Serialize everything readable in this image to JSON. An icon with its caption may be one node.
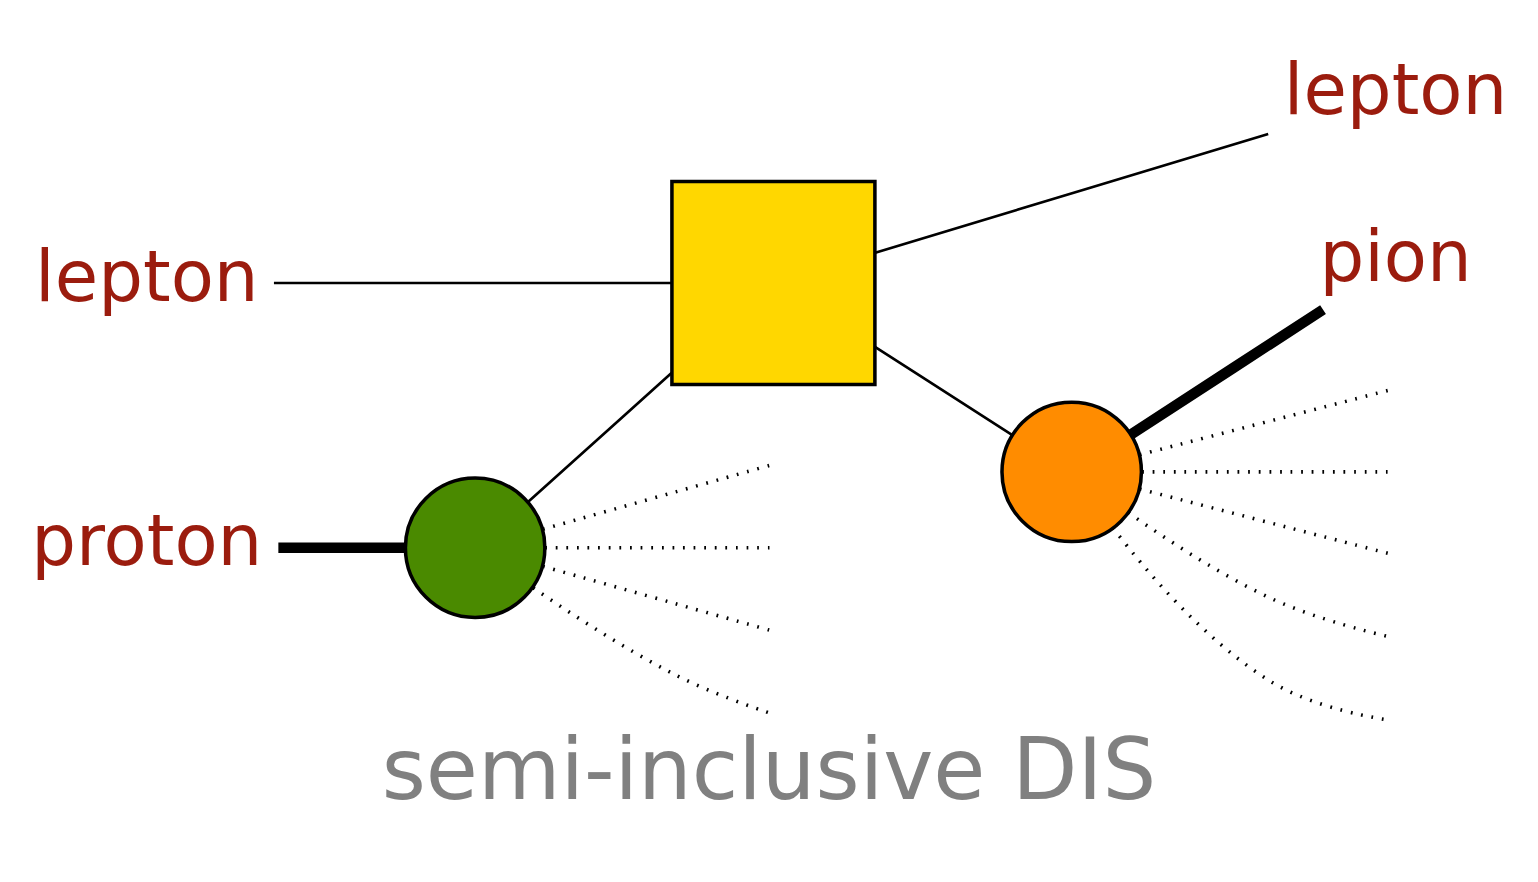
{
  "diagram": {
    "caption": "semi-inclusive DIS",
    "nodes": [
      {
        "text": [
          "lepton"
        ]
      },
      {
        "text": [
          "lepton"
        ]
      },
      {
        "text": [],
        "shape": "box"
      },
      {
        "text": [],
        "shape": "circle"
      },
      {
        "text": [],
        "shape": "circle"
      },
      {
        "text": [
          "proton"
        ]
      },
      {
        "text": [
          "pion"
        ]
      }
    ],
    "edges": [
      {
        "from": 0,
        "to": 2,
        "arrow": "none"
      },
      {
        "from": 2,
        "to": 1,
        "arrow": "none"
      },
      {
        "from": 3,
        "to": 2,
        "arrow": "none"
      },
      {
        "from": 2,
        "to": 4,
        "arrow": "none"
      },
      {
        "from": 5,
        "to": 3,
        "arrow": "none",
        "style": "thick"
      },
      {
        "from": 4,
        "to": 6,
        "arrow": "none",
        "style": "thick"
      },
      {
        "from": 3,
        "to": null,
        "arrow": "none",
        "style": "dashed"
      },
      {
        "from": 3,
        "to": null,
        "arrow": "none",
        "style": "dashed"
      },
      {
        "from": 3,
        "to": null,
        "arrow": "none",
        "style": "dashed"
      },
      {
        "from": 3,
        "to": null,
        "arrow": "none",
        "style": "dashed"
      },
      {
        "from": 4,
        "to": null,
        "arrow": "none",
        "style": "dashed"
      },
      {
        "from": 4,
        "to": null,
        "arrow": "none",
        "style": "dashed"
      },
      {
        "from": 4,
        "to": null,
        "arrow": "none",
        "style": "dashed"
      },
      {
        "from": 4,
        "to": null,
        "arrow": "none",
        "style": "dashed"
      },
      {
        "from": 4,
        "to": null,
        "arrow": "none",
        "style": "dashed"
      }
    ]
  }
}
